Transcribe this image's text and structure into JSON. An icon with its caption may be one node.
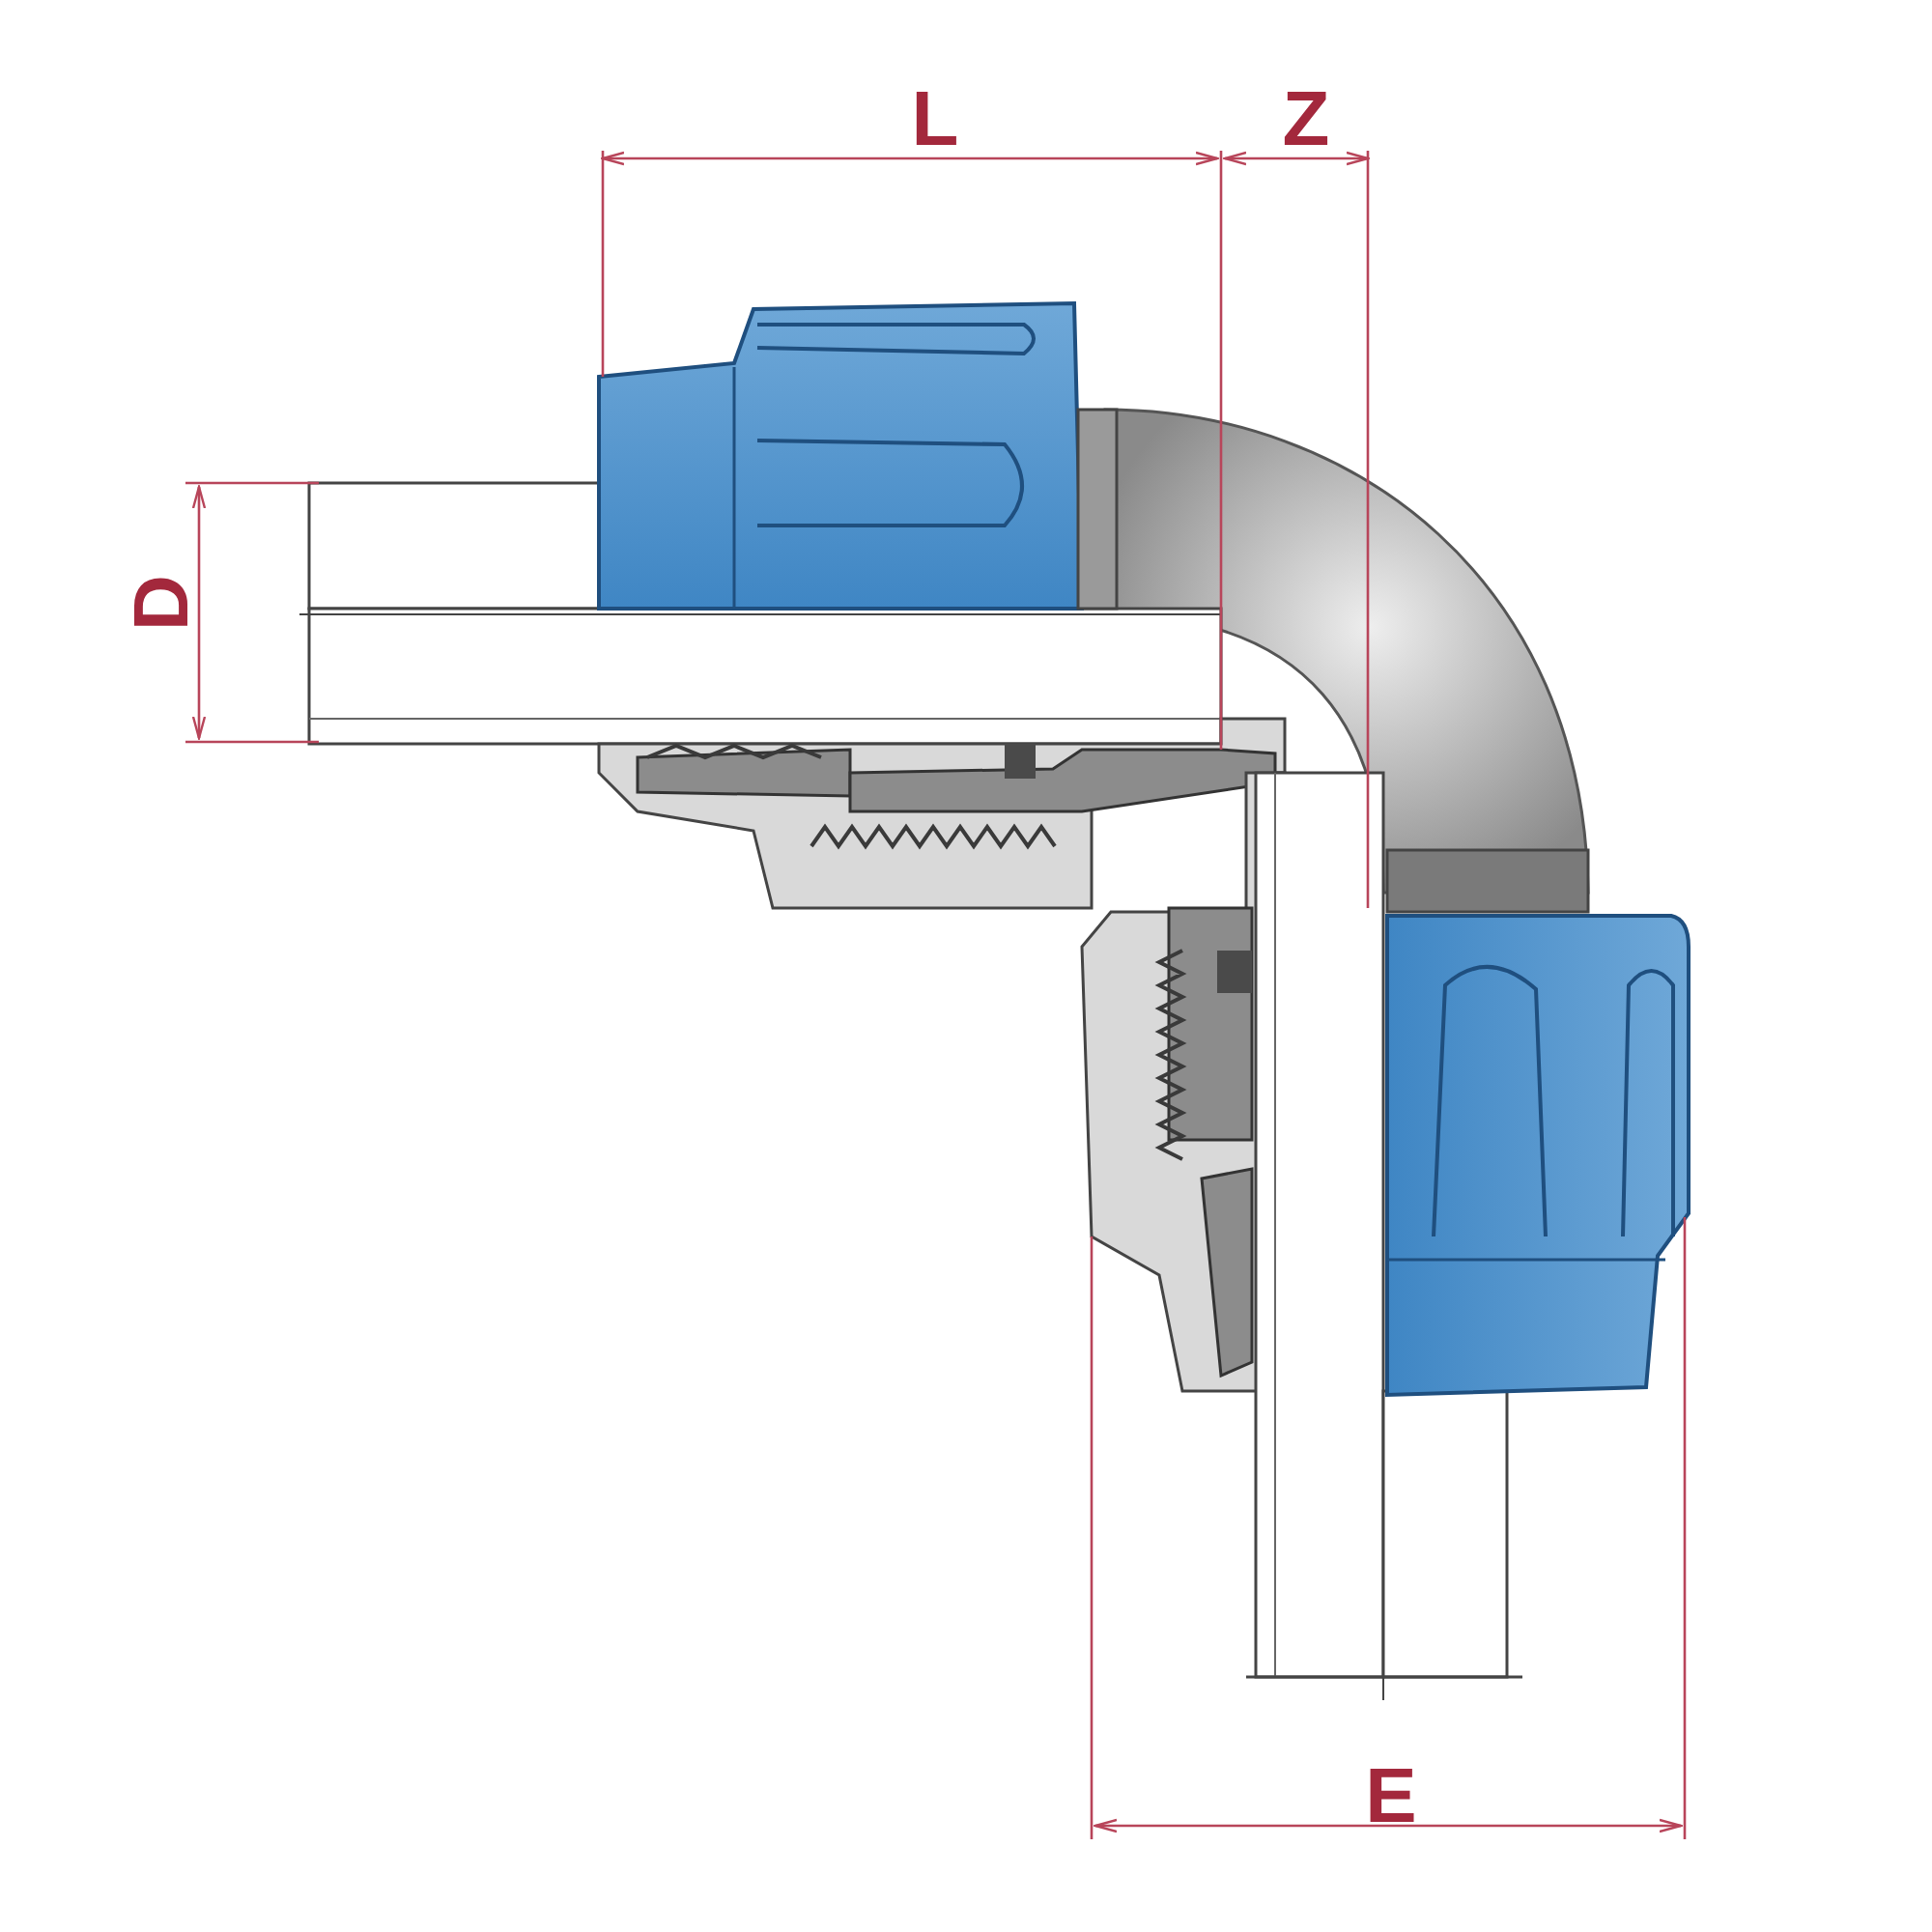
{
  "diagram": {
    "labels": [
      "L",
      "Z",
      "D",
      "E"
    ]
  }
}
